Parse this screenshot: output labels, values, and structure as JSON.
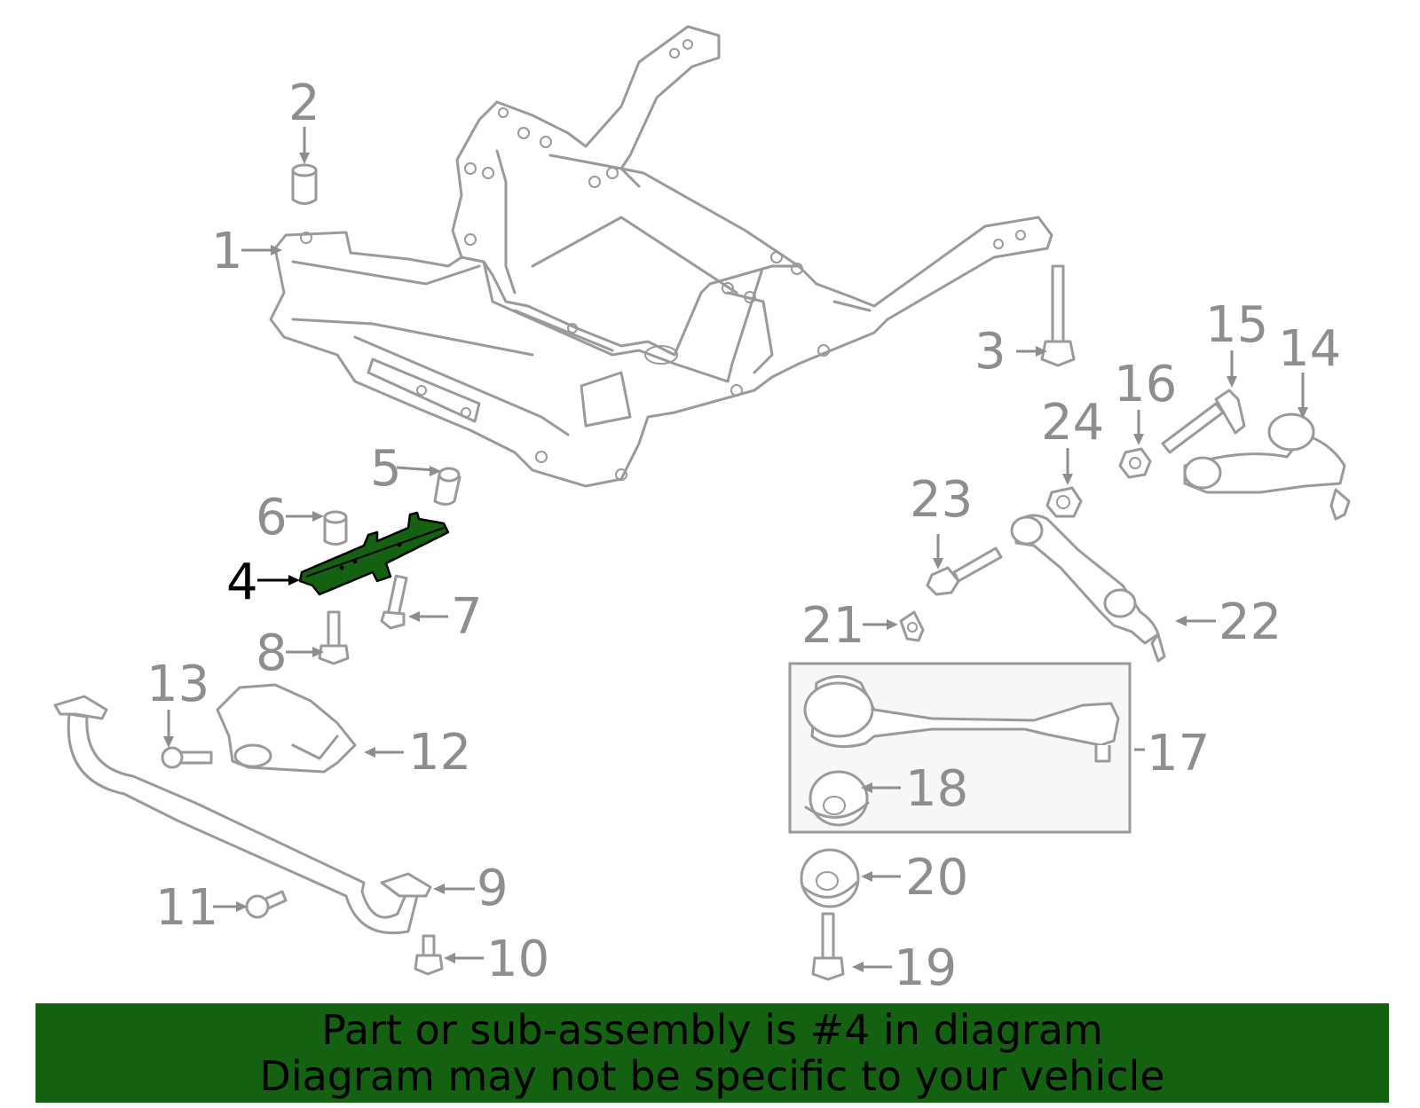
{
  "callouts": {
    "c1": "1",
    "c2": "2",
    "c3": "3",
    "c4": "4",
    "c5": "5",
    "c6": "6",
    "c7": "7",
    "c8": "8",
    "c9": "9",
    "c10": "10",
    "c11": "11",
    "c12": "12",
    "c13": "13",
    "c14": "14",
    "c15": "15",
    "c16": "16",
    "c17": "17",
    "c18": "18",
    "c19": "19",
    "c20": "20",
    "c21": "21",
    "c22": "22",
    "c23": "23",
    "c24": "24"
  },
  "highlighted_part": "4",
  "colors": {
    "highlight": "#156112",
    "line": "#9a9a9a",
    "label": "#8e8e8e",
    "banner": "#156112"
  },
  "banner": {
    "line1": "Part or sub-assembly is #4 in diagram",
    "line2": "Diagram may not be specific to your vehicle"
  }
}
